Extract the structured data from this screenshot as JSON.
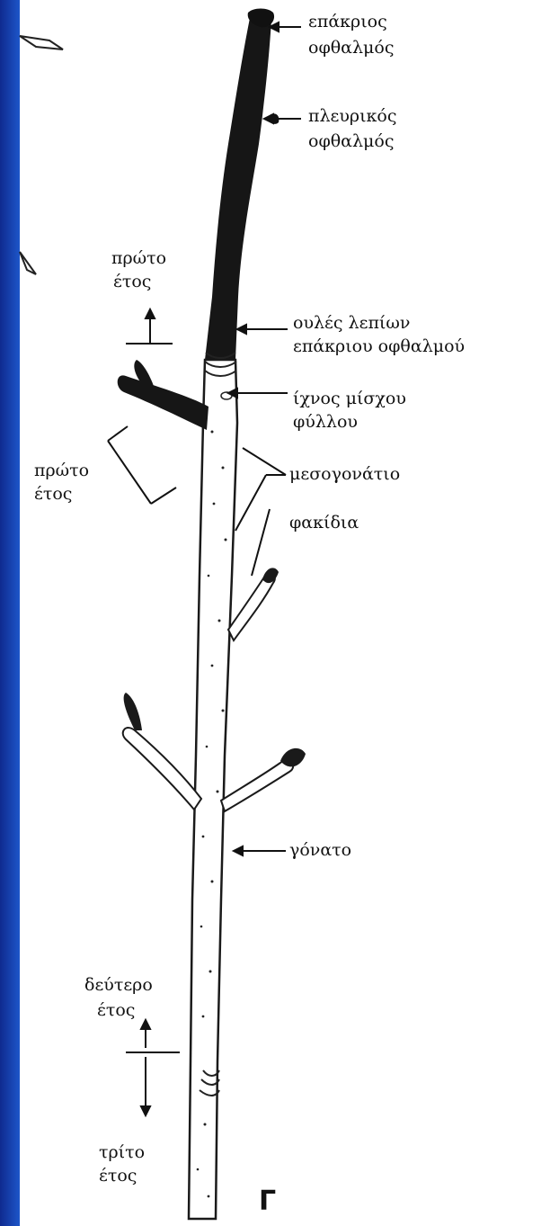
{
  "labels": {
    "terminal_bud_1": "επάκριος",
    "terminal_bud_2": "οφθαλμός",
    "lateral_bud_1": "πλευρικός",
    "lateral_bud_2": "οφθαλμός",
    "first_year_top_1": "πρώτο",
    "first_year_top_2": "έτος",
    "bud_scale_scar_1": "ουλές λεπίων",
    "bud_scale_scar_2": "επάκριου οφθαλμού",
    "leaf_scar_1": "ίχνος μίσχου",
    "leaf_scar_2": "φύλλου",
    "first_year_side_1": "πρώτο",
    "first_year_side_2": "έτος",
    "internode": "μεσογονάτιο",
    "lenticels": "φακίδια",
    "node": "γόνατο",
    "second_year_1": "δεύτερο",
    "second_year_2": "έτος",
    "third_year_1": "τρίτο",
    "third_year_2": "έτος",
    "figure_letter": "Γ"
  },
  "colors": {
    "band": "#1d56c9",
    "ink": "#111111",
    "background": "#ffffff"
  }
}
